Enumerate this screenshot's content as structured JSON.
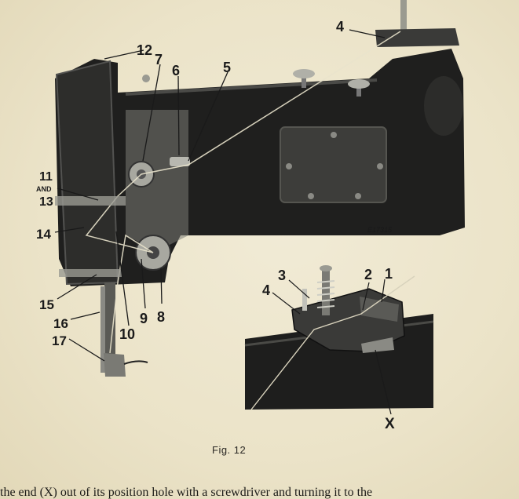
{
  "figure": {
    "caption": "Fig. 12",
    "plate_code": "E17315",
    "machine_callouts": {
      "n4": "4",
      "n5": "5",
      "n6": "6",
      "n7": "7",
      "n8": "8",
      "n9": "9",
      "n10": "10",
      "n11_and_13_line1": "11",
      "n11_and_13_line2": "AND",
      "n11_and_13_line3": "13",
      "n12": "12",
      "n14": "14",
      "n15": "15",
      "n16": "16",
      "n17": "17"
    },
    "inset_callouts": {
      "n1": "1",
      "n2": "2",
      "n3": "3",
      "n4": "4",
      "x": "X"
    }
  },
  "body_text": "the end (X) out of its position hole with a screwdriver and turning it to the"
}
